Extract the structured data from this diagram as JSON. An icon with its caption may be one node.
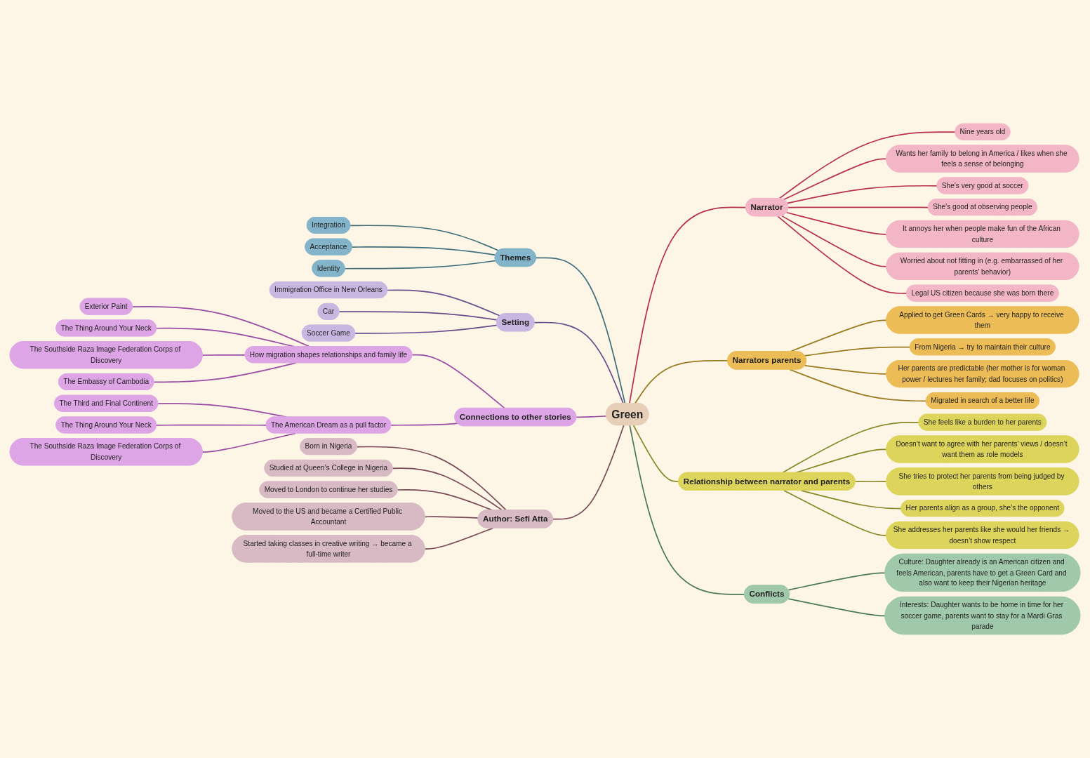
{
  "diagram": {
    "nodes": [
      {
        "text": [
          "Green"
        ]
      },
      {
        "text": [
          "Themes"
        ]
      },
      {
        "text": [
          "Integration"
        ]
      },
      {
        "text": [
          "Acceptance"
        ]
      },
      {
        "text": [
          "Identity"
        ]
      },
      {
        "text": [
          "Setting"
        ]
      },
      {
        "text": [
          "Immigration Office in New Orleans"
        ]
      },
      {
        "text": [
          "Car"
        ]
      },
      {
        "text": [
          "Soccer Game"
        ]
      },
      {
        "text": [
          "Connections to other stories"
        ]
      },
      {
        "text": [
          "How migration shapes relationships and family life"
        ]
      },
      {
        "text": [
          "Exterior Paint"
        ]
      },
      {
        "text": [
          "The Thing Around Your Neck"
        ]
      },
      {
        "text": [
          "The Southside Raza Image Federation Corps of Discovery"
        ]
      },
      {
        "text": [
          "The Embassy of Cambodia"
        ]
      },
      {
        "text": [
          "The American Dream as a pull factor"
        ]
      },
      {
        "text": [
          "The Third and Final Continent"
        ]
      },
      {
        "text": [
          "The Thing Around Your Neck"
        ]
      },
      {
        "text": [
          "The Southside Raza Image Federation Corps of Discovery"
        ]
      },
      {
        "text": [
          "Author: Sefi Atta"
        ]
      },
      {
        "text": [
          "Born in Nigeria"
        ]
      },
      {
        "text": [
          "Studied at Queen’s College in Nigeria"
        ]
      },
      {
        "text": [
          "Moved to London to continue her studies"
        ]
      },
      {
        "text": [
          "Moved to the US and became a Certified Public Accountant"
        ]
      },
      {
        "text": [
          "Started taking classes in creative writing → became a full-time writer"
        ]
      },
      {
        "text": [
          "Narrator"
        ]
      },
      {
        "text": [
          "Nine years old"
        ]
      },
      {
        "text": [
          "Wants her family to belong in America / likes when she feels a sense of belonging"
        ]
      },
      {
        "text": [
          "She’s very good at soccer"
        ]
      },
      {
        "text": [
          "She’s good at observing people"
        ]
      },
      {
        "text": [
          "It annoys her when people make fun of the African culture"
        ]
      },
      {
        "text": [
          "Worried about not fitting in (e.g. embarrassed of her parents’ behavior)"
        ]
      },
      {
        "text": [
          "Legal US citizen because she was born there"
        ]
      },
      {
        "text": [
          "Narrators parents"
        ]
      },
      {
        "text": [
          "Applied to get Green Cards → very happy to receive them"
        ]
      },
      {
        "text": [
          "From Nigeria → try to maintain their culture"
        ]
      },
      {
        "text": [
          "Her parents are predictable (her mother is for woman power / lectures her family; dad focuses on politics)"
        ]
      },
      {
        "text": [
          "Migrated in search of a better life"
        ]
      },
      {
        "text": [
          "Relationship between narrator and parents"
        ]
      },
      {
        "text": [
          "She feels like a burden to her parents"
        ]
      },
      {
        "text": [
          "Doesn’t want to agree with her parents’ views / doesn’t want them as role models"
        ]
      },
      {
        "text": [
          "She tries to protect her parents from being judged by others"
        ]
      },
      {
        "text": [
          "Her parents align as a group, she’s the opponent"
        ]
      },
      {
        "text": [
          "She addresses her parents like she would her friends → doesn’t show respect"
        ]
      },
      {
        "text": [
          "Conflicts"
        ]
      },
      {
        "text": [
          "Culture: Daughter already is an American citizen and feels American, parents have to get a Green Card and also want to keep their Nigerian heritage"
        ]
      },
      {
        "text": [
          "Interests: Daughter wants to be home in time for her soccer game, parents want to stay for a Mardi Gras parade"
        ]
      }
    ],
    "edges": [
      {
        "from": 1,
        "to": 0,
        "arrow": "none",
        "color": "#3f6f7c"
      },
      {
        "from": 2,
        "to": 1,
        "arrow": "none",
        "color": "#3f6f7c"
      },
      {
        "from": 3,
        "to": 1,
        "arrow": "none",
        "color": "#3f6f7c"
      },
      {
        "from": 4,
        "to": 1,
        "arrow": "none",
        "color": "#3f6f7c"
      },
      {
        "from": 5,
        "to": 0,
        "arrow": "none",
        "color": "#6a4c8c"
      },
      {
        "from": 6,
        "to": 5,
        "arrow": "none",
        "color": "#6a4c8c"
      },
      {
        "from": 7,
        "to": 5,
        "arrow": "none",
        "color": "#6a4c8c"
      },
      {
        "from": 8,
        "to": 5,
        "arrow": "none",
        "color": "#6a4c8c"
      },
      {
        "from": 9,
        "to": 0,
        "arrow": "none",
        "color": "#9a4aa2"
      },
      {
        "from": 10,
        "to": 9,
        "arrow": "none",
        "color": "#9a4aa2"
      },
      {
        "from": 11,
        "to": 10,
        "arrow": "none",
        "color": "#9a4aa2"
      },
      {
        "from": 12,
        "to": 10,
        "arrow": "none",
        "color": "#9a4aa2"
      },
      {
        "from": 13,
        "to": 10,
        "arrow": "none",
        "color": "#9a4aa2"
      },
      {
        "from": 14,
        "to": 10,
        "arrow": "none",
        "color": "#9a4aa2"
      },
      {
        "from": 15,
        "to": 9,
        "arrow": "none",
        "color": "#9a4aa2"
      },
      {
        "from": 16,
        "to": 15,
        "arrow": "none",
        "color": "#9a4aa2"
      },
      {
        "from": 17,
        "to": 15,
        "arrow": "none",
        "color": "#9a4aa2"
      },
      {
        "from": 18,
        "to": 15,
        "arrow": "none",
        "color": "#9a4aa2"
      },
      {
        "from": 19,
        "to": 0,
        "arrow": "none",
        "color": "#7a4a58"
      },
      {
        "from": 20,
        "to": 19,
        "arrow": "none",
        "color": "#7a4a58"
      },
      {
        "from": 21,
        "to": 19,
        "arrow": "none",
        "color": "#7a4a58"
      },
      {
        "from": 22,
        "to": 19,
        "arrow": "none",
        "color": "#7a4a58"
      },
      {
        "from": 23,
        "to": 19,
        "arrow": "none",
        "color": "#7a4a58"
      },
      {
        "from": 24,
        "to": 19,
        "arrow": "none",
        "color": "#7a4a58"
      },
      {
        "from": 0,
        "to": 25,
        "arrow": "none",
        "color": "#b8304c"
      },
      {
        "from": 25,
        "to": 26,
        "arrow": "none",
        "color": "#b8304c"
      },
      {
        "from": 25,
        "to": 27,
        "arrow": "none",
        "color": "#b8304c"
      },
      {
        "from": 25,
        "to": 28,
        "arrow": "none",
        "color": "#b8304c"
      },
      {
        "from": 25,
        "to": 29,
        "arrow": "none",
        "color": "#b8304c"
      },
      {
        "from": 25,
        "to": 30,
        "arrow": "none",
        "color": "#b8304c"
      },
      {
        "from": 25,
        "to": 31,
        "arrow": "none",
        "color": "#b8304c"
      },
      {
        "from": 25,
        "to": 32,
        "arrow": "none",
        "color": "#b8304c"
      },
      {
        "from": 0,
        "to": 33,
        "arrow": "none",
        "color": "#9a7a1e"
      },
      {
        "from": 33,
        "to": 34,
        "arrow": "none",
        "color": "#9a7a1e"
      },
      {
        "from": 33,
        "to": 35,
        "arrow": "none",
        "color": "#9a7a1e"
      },
      {
        "from": 33,
        "to": 36,
        "arrow": "none",
        "color": "#9a7a1e"
      },
      {
        "from": 33,
        "to": 37,
        "arrow": "none",
        "color": "#9a7a1e"
      },
      {
        "from": 0,
        "to": 38,
        "arrow": "none",
        "color": "#8a8626"
      },
      {
        "from": 38,
        "to": 39,
        "arrow": "none",
        "color": "#8a8626"
      },
      {
        "from": 38,
        "to": 40,
        "arrow": "none",
        "color": "#8a8626"
      },
      {
        "from": 38,
        "to": 41,
        "arrow": "none",
        "color": "#8a8626"
      },
      {
        "from": 38,
        "to": 42,
        "arrow": "none",
        "color": "#8a8626"
      },
      {
        "from": 38,
        "to": 43,
        "arrow": "none",
        "color": "#8a8626"
      },
      {
        "from": 0,
        "to": 44,
        "arrow": "none",
        "color": "#4a7a52"
      },
      {
        "from": 44,
        "to": 45,
        "arrow": "none",
        "color": "#4a7a52"
      },
      {
        "from": 44,
        "to": 46,
        "arrow": "none",
        "color": "#4a7a52"
      }
    ]
  }
}
